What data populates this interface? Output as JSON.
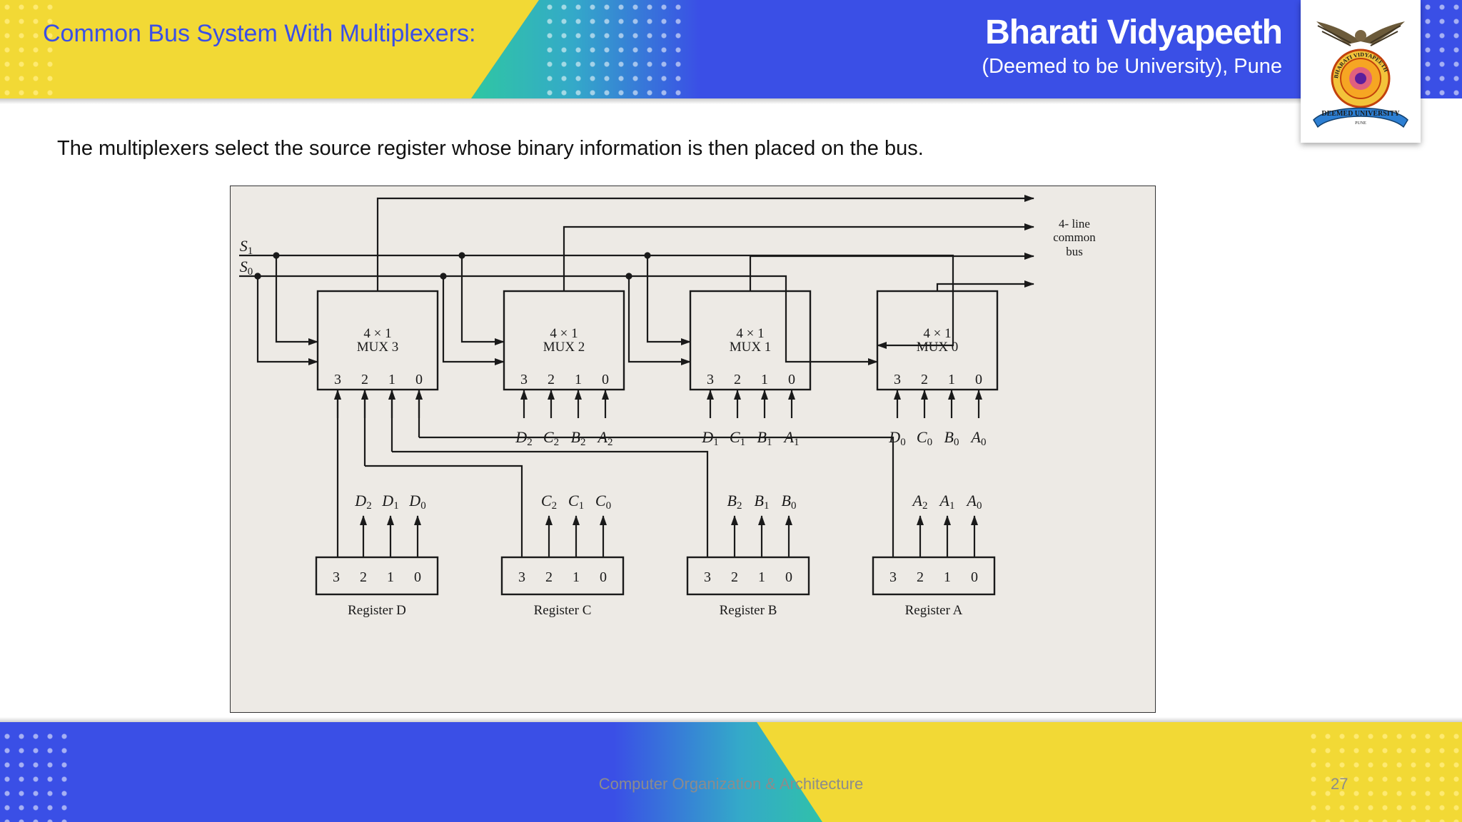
{
  "header": {
    "title": "Common Bus System With Multiplexers:",
    "brand_name": "Bharati Vidyapeeth",
    "brand_sub": "(Deemed to be University), Pune"
  },
  "logo": {
    "icon": "university-seal-icon",
    "text_top": "BHARATI VIDYAPEETH",
    "text_ribbon": "DEEMED UNIVERSITY",
    "text_city": "PUNE"
  },
  "content": {
    "text": "The multiplexers select the source register whose binary information is then placed on the bus."
  },
  "diagram": {
    "select_lines": [
      "S1",
      "S0"
    ],
    "bus_label_line1": "4- line",
    "bus_label_line2": "common",
    "bus_label_line3": "bus",
    "mux_size": "4 × 1",
    "muxes": [
      {
        "name": "MUX 3",
        "inputs": [
          "3",
          "2",
          "1",
          "0"
        ],
        "input_labels": []
      },
      {
        "name": "MUX 2",
        "inputs": [
          "3",
          "2",
          "1",
          "0"
        ],
        "input_labels": [
          "D2",
          "C2",
          "B2",
          "A2"
        ]
      },
      {
        "name": "MUX 1",
        "inputs": [
          "3",
          "2",
          "1",
          "0"
        ],
        "input_labels": [
          "D1",
          "C1",
          "B1",
          "A1"
        ]
      },
      {
        "name": "MUX 0",
        "inputs": [
          "3",
          "2",
          "1",
          "0"
        ],
        "input_labels": [
          "D0",
          "C0",
          "B0",
          "A0"
        ]
      }
    ],
    "registers": [
      {
        "name": "Register D",
        "bits": [
          "3",
          "2",
          "1",
          "0"
        ],
        "output_labels": [
          "D2",
          "D1",
          "D0"
        ]
      },
      {
        "name": "Register C",
        "bits": [
          "3",
          "2",
          "1",
          "0"
        ],
        "output_labels": [
          "C2",
          "C1",
          "C0"
        ]
      },
      {
        "name": "Register B",
        "bits": [
          "3",
          "2",
          "1",
          "0"
        ],
        "output_labels": [
          "B2",
          "B1",
          "B0"
        ]
      },
      {
        "name": "Register A",
        "bits": [
          "3",
          "2",
          "1",
          "0"
        ],
        "output_labels": [
          "A2",
          "A1",
          "A0"
        ]
      }
    ]
  },
  "footer": {
    "course": "Computer Organization & Architecture",
    "page": "27"
  }
}
